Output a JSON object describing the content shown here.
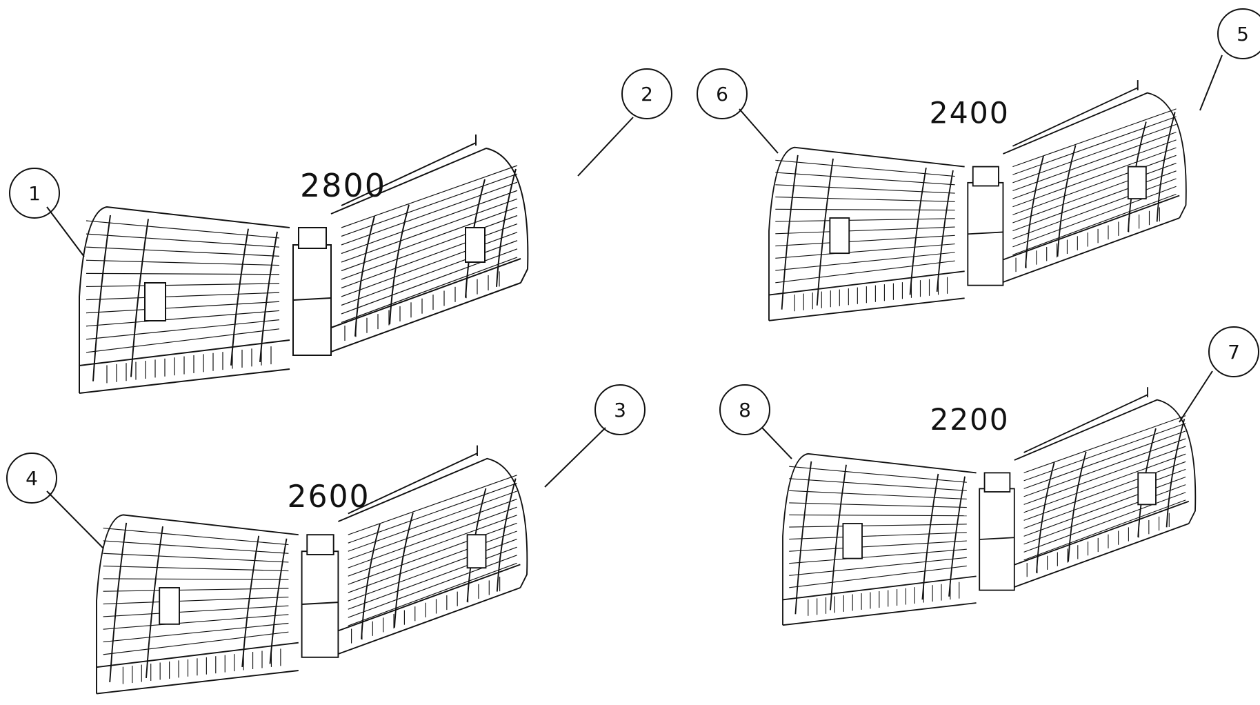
{
  "colors": {
    "ink": "#111111",
    "background": "#ffffff"
  },
  "assemblies": [
    {
      "id": "a2800",
      "dimension": "2800",
      "left_balloon": "1",
      "right_balloon": "2"
    },
    {
      "id": "a2400",
      "dimension": "2400",
      "left_balloon": "6",
      "right_balloon": "5"
    },
    {
      "id": "a2600",
      "dimension": "2600",
      "left_balloon": "4",
      "right_balloon": "3"
    },
    {
      "id": "a2200",
      "dimension": "2200",
      "left_balloon": "8",
      "right_balloon": "7"
    }
  ]
}
